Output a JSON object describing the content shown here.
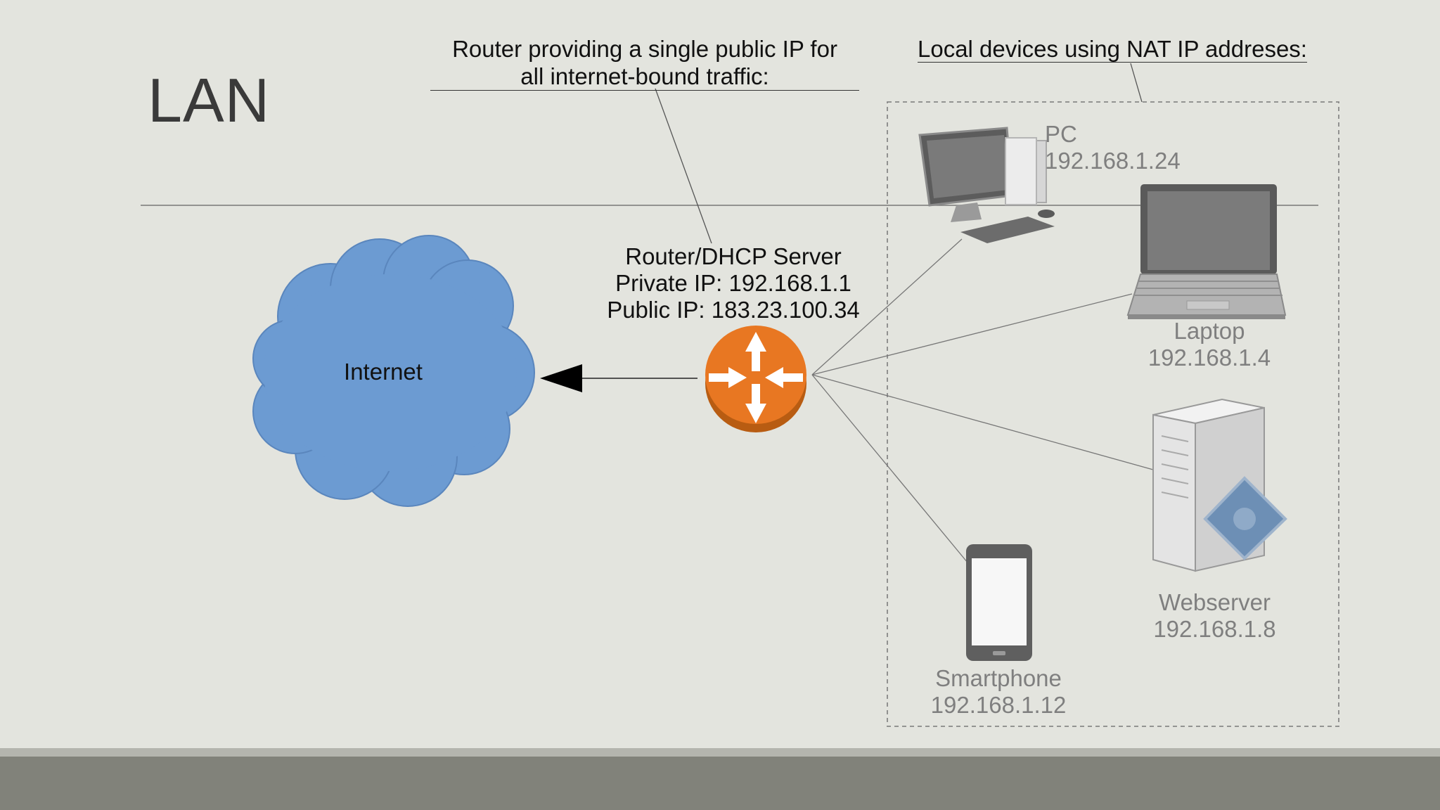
{
  "title": "LAN",
  "router_caption": [
    "Router providing a single public IP for",
    "all internet-bound traffic:"
  ],
  "local_caption": "Local devices using NAT IP addreses:",
  "router": {
    "line1": "Router/DHCP Server",
    "line2": "Private IP: 192.168.1.1",
    "line3": "Public IP: 183.23.100.34",
    "color": "#e87722"
  },
  "internet": {
    "label": "Internet",
    "color": "#6c9bd2"
  },
  "devices": {
    "pc": {
      "name": "PC",
      "ip": "192.168.1.24"
    },
    "laptop": {
      "name": "Laptop",
      "ip": "192.168.1.4"
    },
    "webserver": {
      "name": "Webserver",
      "ip": "192.168.1.8"
    },
    "smartphone": {
      "name": "Smartphone",
      "ip": "192.168.1.12"
    }
  }
}
